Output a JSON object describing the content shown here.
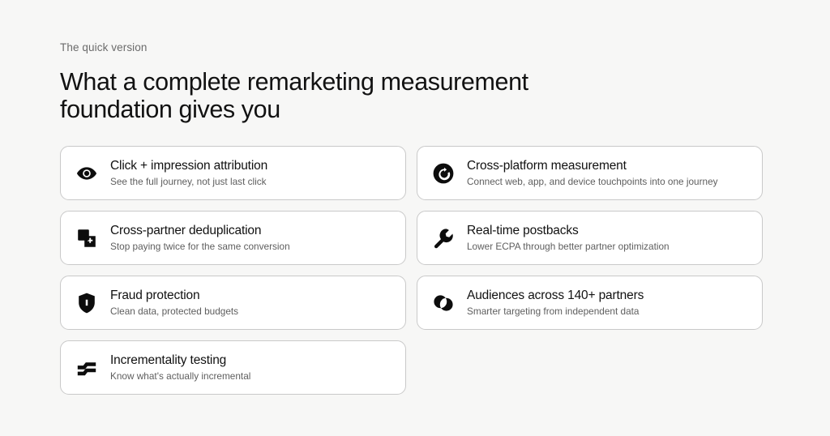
{
  "theme": {
    "page_background": "#f7f7f6",
    "card_background": "#ffffff",
    "card_border": "#c9c9c9",
    "text_primary": "#111111",
    "text_secondary": "#5e5e5e",
    "eyebrow_color": "#6b6b6b",
    "icon_color": "#0d0d0d"
  },
  "header": {
    "eyebrow": "The quick version",
    "headline": "What a complete remarketing measurement foundation gives you"
  },
  "cards": [
    {
      "icon": "eye-icon",
      "title": "Click + impression attribution",
      "subtitle": "See the full journey, not just last click",
      "column": "left"
    },
    {
      "icon": "refresh-circle-icon",
      "title": "Cross-platform measurement",
      "subtitle": "Connect web, app, and device touchpoints into one journey",
      "column": "right"
    },
    {
      "icon": "duplicate-squares-icon",
      "title": "Cross-partner deduplication",
      "subtitle": "Stop paying twice for the same conversion",
      "column": "left"
    },
    {
      "icon": "wrench-icon",
      "title": "Real-time postbacks",
      "subtitle": "Lower ECPA through better partner optimization",
      "column": "right"
    },
    {
      "icon": "shield-icon",
      "title": "Fraud protection",
      "subtitle": "Clean data, protected budgets",
      "column": "left"
    },
    {
      "icon": "venn-circles-icon",
      "title": "Audiences across 140+ partners",
      "subtitle": "Smarter targeting from independent data",
      "column": "right"
    },
    {
      "icon": "step-bars-icon",
      "title": "Incrementality testing",
      "subtitle": "Know what's actually incremental",
      "column": "left"
    }
  ]
}
